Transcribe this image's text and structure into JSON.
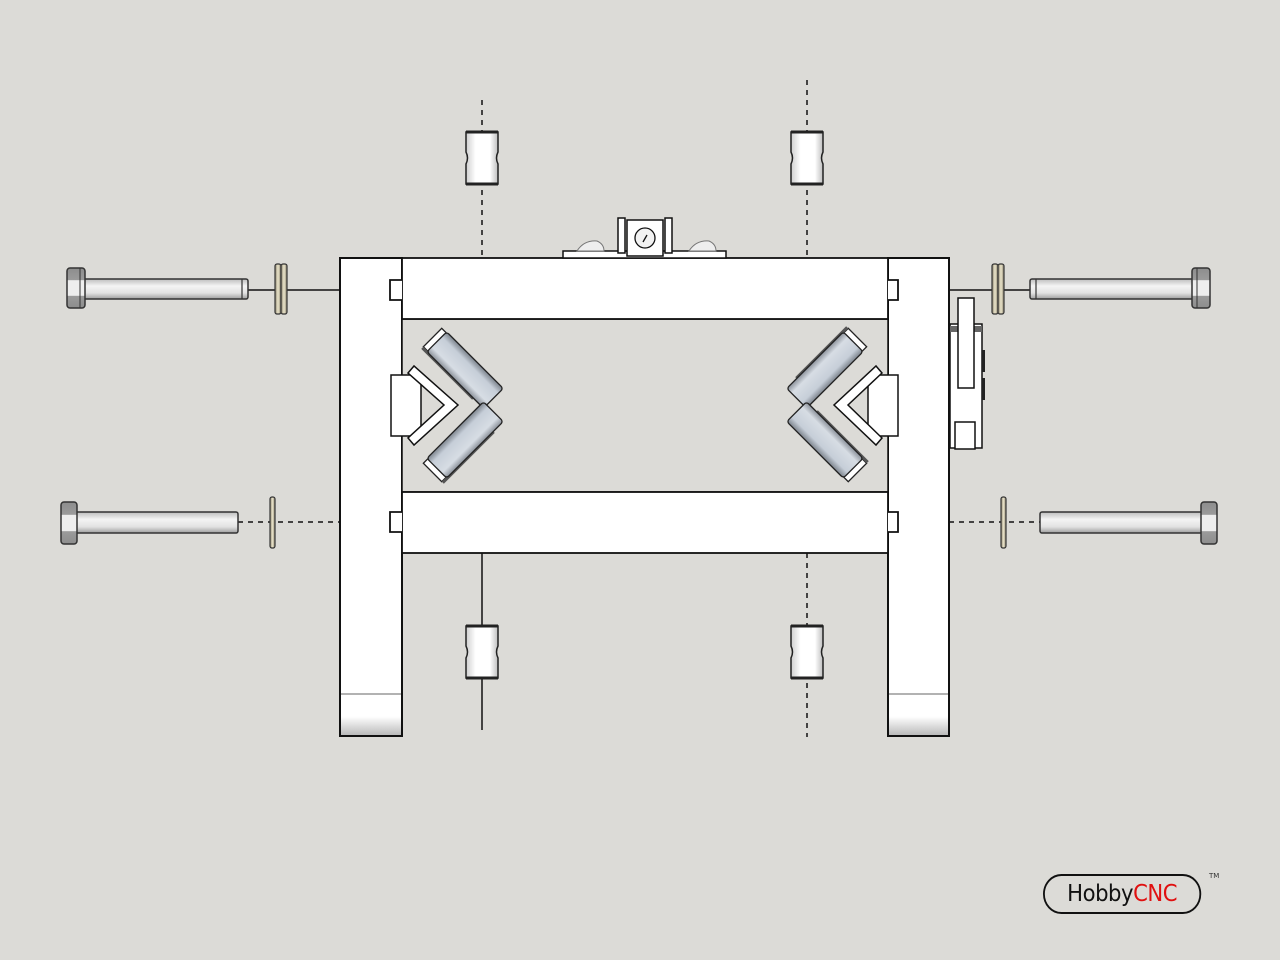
{
  "diagram": {
    "type": "exploded-assembly-view",
    "description": "Gantry carriage frame with V-groove bearing rollers, bolts, washers, spacers and a center mounting bracket",
    "colors": {
      "background": "#dcdbd7",
      "part_fill": "#ffffff",
      "outline": "#111111",
      "bearing": "#c9d1da",
      "washer": "#d8d2bc",
      "bolt_head": "#9a9a9a",
      "logo_red": "#e01010",
      "logo_black": "#111111"
    },
    "parts": {
      "frame": "u-shaped-frame",
      "crossbars": [
        "top-crossbar",
        "bottom-crossbar"
      ],
      "bearing_assemblies": [
        "left-bearing-pair",
        "right-bearing-pair"
      ],
      "bolts": [
        "bolt-top-left",
        "bolt-top-right",
        "bolt-bottom-left",
        "bolt-bottom-right"
      ],
      "washers": [
        "washer-top-left",
        "washer-top-right",
        "washer-bottom-left",
        "washer-bottom-right"
      ],
      "spacers": [
        "spacer-top-left",
        "spacer-top-right",
        "spacer-bottom-left",
        "spacer-bottom-right"
      ],
      "bracket": "center-mount-bracket",
      "side_plate": "right-side-switch-plate"
    }
  },
  "logo": {
    "brand_part1": "Hobby",
    "brand_part2": "CNC",
    "trademark": "TM"
  }
}
